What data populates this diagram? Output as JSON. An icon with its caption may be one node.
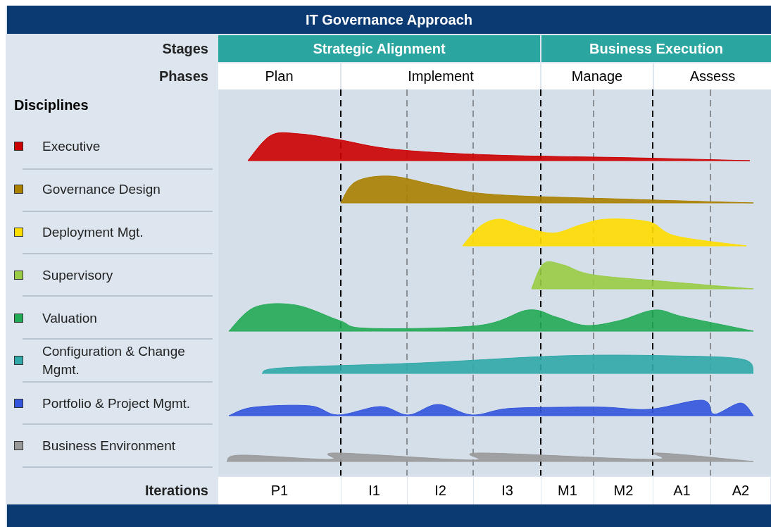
{
  "diagram": {
    "title": "IT Governance Approach",
    "labels": [
      "Stages",
      "Strategic Alignment",
      "Business Execution",
      "Phases",
      "Plan",
      "Implement",
      "Manage",
      "Assess",
      "Disciplines",
      "Iterations",
      "P1",
      "I1",
      "I2",
      "I3",
      "M1",
      "M2",
      "A1",
      "A2"
    ],
    "legend": [
      {
        "text": "Executive",
        "color": "#cc0000"
      },
      {
        "text": "Governance Design",
        "color": "#aa8000"
      },
      {
        "text": "Deployment Mgt.",
        "color": "#ffdd00"
      },
      {
        "text": "Supervisory",
        "color": "#99cc44"
      },
      {
        "text": "Valuation",
        "color": "#22aa55"
      },
      {
        "text": "Configuration & Change Mgmt.",
        "color": "#30a8a8"
      },
      {
        "text": "Portfolio & Project Mgmt.",
        "color": "#3355dd"
      },
      {
        "text": "Business Environment",
        "color": "#999999"
      }
    ]
  }
}
